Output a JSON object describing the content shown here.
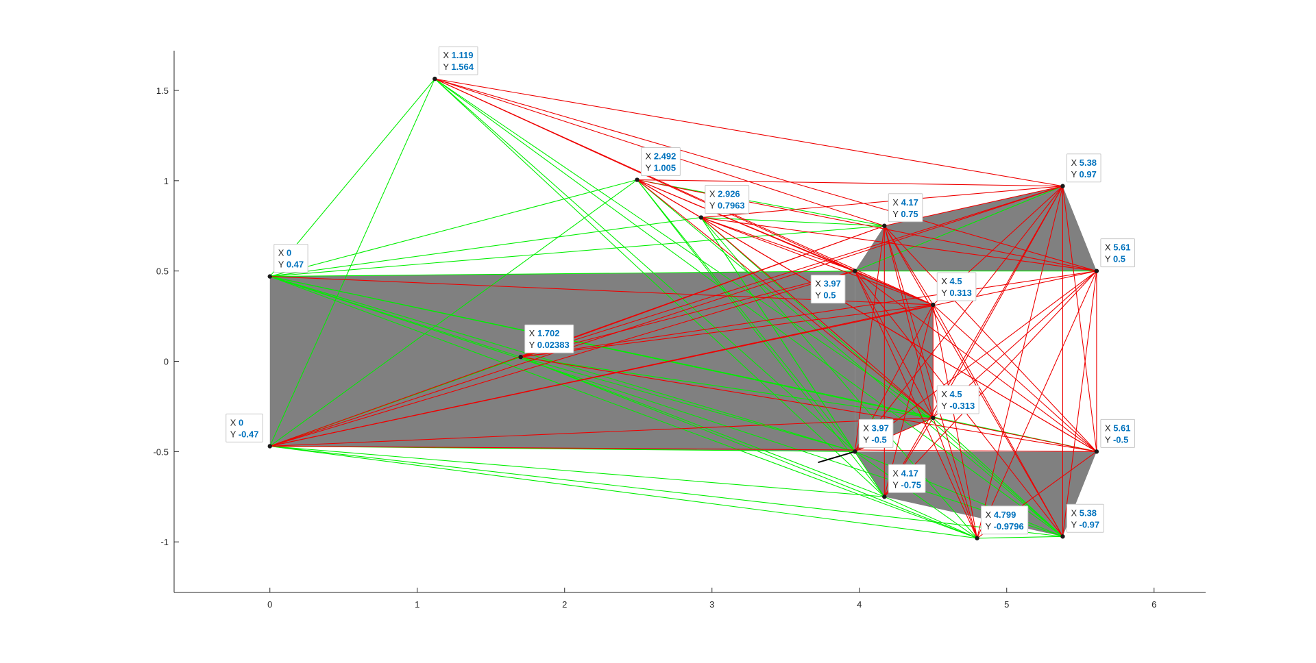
{
  "colors": {
    "background": "#ffffff",
    "axis": "#262626",
    "shape_fill": "#808080",
    "visible_edge": "#00ee00",
    "blocked_edge": "#ee0000",
    "datatip_value": "#0072bd"
  },
  "chart_data": {
    "type": "scatter",
    "title": "",
    "xlabel": "",
    "ylabel": "",
    "xlim": [
      -0.65,
      6.35
    ],
    "ylim": [
      -1.28,
      1.72
    ],
    "grid": false,
    "xticks": [
      0,
      1,
      2,
      3,
      4,
      5,
      6
    ],
    "yticks": [
      -1,
      -0.5,
      0,
      0.5,
      1,
      1.5
    ],
    "xtick_labels": [
      "0",
      "1",
      "2",
      "3",
      "4",
      "5",
      "6"
    ],
    "ytick_labels": [
      "-1",
      "-0.5",
      "0",
      "0.5",
      "1",
      "1.5"
    ],
    "polygons": [
      {
        "name": "rectangle",
        "points": [
          [
            0,
            0.47
          ],
          [
            3.97,
            0.5
          ],
          [
            3.97,
            -0.5
          ],
          [
            0,
            -0.47
          ]
        ]
      },
      {
        "name": "upper-quad",
        "points": [
          [
            3.97,
            0.5
          ],
          [
            4.17,
            0.75
          ],
          [
            5.38,
            0.97
          ],
          [
            5.61,
            0.5
          ]
        ]
      },
      {
        "name": "lower-quad",
        "points": [
          [
            3.97,
            -0.5
          ],
          [
            5.61,
            -0.5
          ],
          [
            5.38,
            -0.97
          ],
          [
            4.17,
            -0.75
          ]
        ]
      },
      {
        "name": "middle-block",
        "points": [
          [
            3.97,
            0.5
          ],
          [
            4.5,
            0.313
          ],
          [
            4.5,
            -0.313
          ],
          [
            3.97,
            -0.5
          ]
        ]
      }
    ],
    "points": [
      {
        "x": 0,
        "y": 0.47,
        "x_label": "0",
        "y_label": "0.47"
      },
      {
        "x": 0,
        "y": -0.47,
        "x_label": "0",
        "y_label": "-0.47"
      },
      {
        "x": 1.119,
        "y": 1.564,
        "x_label": "1.119",
        "y_label": "1.564"
      },
      {
        "x": 1.702,
        "y": 0.02383,
        "x_label": "1.702",
        "y_label": "0.02383"
      },
      {
        "x": 2.492,
        "y": 1.005,
        "x_label": "2.492",
        "y_label": "1.005"
      },
      {
        "x": 2.926,
        "y": 0.7963,
        "x_label": "2.926",
        "y_label": "0.7963"
      },
      {
        "x": 3.97,
        "y": 0.5,
        "x_label": "3.97",
        "y_label": "0.5"
      },
      {
        "x": 3.97,
        "y": -0.5,
        "x_label": "3.97",
        "y_label": "-0.5"
      },
      {
        "x": 4.17,
        "y": 0.75,
        "x_label": "4.17",
        "y_label": "0.75"
      },
      {
        "x": 4.17,
        "y": -0.75,
        "x_label": "4.17",
        "y_label": "-0.75"
      },
      {
        "x": 4.5,
        "y": 0.313,
        "x_label": "4.5",
        "y_label": "0.313"
      },
      {
        "x": 4.5,
        "y": -0.313,
        "x_label": "4.5",
        "y_label": "-0.313"
      },
      {
        "x": 4.799,
        "y": -0.9796,
        "x_label": "4.799",
        "y_label": "-0.9796"
      },
      {
        "x": 5.38,
        "y": 0.97,
        "x_label": "5.38",
        "y_label": "0.97"
      },
      {
        "x": 5.38,
        "y": -0.97,
        "x_label": "5.38",
        "y_label": "-0.97"
      },
      {
        "x": 5.61,
        "y": 0.5,
        "x_label": "5.61",
        "y_label": "0.5"
      },
      {
        "x": 5.61,
        "y": -0.5,
        "x_label": "5.61",
        "y_label": "-0.5"
      }
    ],
    "green_edges": [
      [
        0,
        2
      ],
      [
        0,
        4
      ],
      [
        0,
        5
      ],
      [
        0,
        8
      ],
      [
        0,
        6
      ],
      [
        0,
        3
      ],
      [
        0,
        7
      ],
      [
        0,
        11
      ],
      [
        0,
        12
      ],
      [
        0,
        14
      ],
      [
        0,
        16
      ],
      [
        1,
        2
      ],
      [
        1,
        3
      ],
      [
        1,
        4
      ],
      [
        1,
        7
      ],
      [
        1,
        9
      ],
      [
        1,
        12
      ],
      [
        1,
        14
      ],
      [
        2,
        7
      ],
      [
        2,
        9
      ],
      [
        2,
        11
      ],
      [
        2,
        14
      ],
      [
        3,
        7
      ],
      [
        3,
        11
      ],
      [
        3,
        9
      ],
      [
        3,
        12
      ],
      [
        4,
        7
      ],
      [
        4,
        9
      ],
      [
        4,
        14
      ],
      [
        4,
        8
      ],
      [
        5,
        8
      ],
      [
        5,
        7
      ],
      [
        5,
        9
      ],
      [
        5,
        12
      ],
      [
        5,
        14
      ],
      [
        6,
        15
      ],
      [
        7,
        12
      ],
      [
        7,
        14
      ],
      [
        9,
        12
      ],
      [
        11,
        14
      ],
      [
        12,
        14
      ],
      [
        13,
        6
      ]
    ],
    "red_edges": [
      [
        2,
        13
      ],
      [
        2,
        8
      ],
      [
        2,
        6
      ],
      [
        2,
        10
      ],
      [
        2,
        15
      ],
      [
        4,
        13
      ],
      [
        4,
        6
      ],
      [
        4,
        10
      ],
      [
        4,
        15
      ],
      [
        4,
        11
      ],
      [
        4,
        16
      ],
      [
        4,
        5
      ],
      [
        5,
        13
      ],
      [
        5,
        6
      ],
      [
        5,
        10
      ],
      [
        5,
        11
      ],
      [
        5,
        15
      ],
      [
        5,
        16
      ],
      [
        0,
        10
      ],
      [
        1,
        6
      ],
      [
        1,
        8
      ],
      [
        1,
        10
      ],
      [
        1,
        15
      ],
      [
        1,
        16
      ],
      [
        1,
        13
      ],
      [
        1,
        11
      ],
      [
        3,
        6
      ],
      [
        3,
        10
      ],
      [
        3,
        16
      ],
      [
        3,
        15
      ],
      [
        3,
        13
      ],
      [
        3,
        8
      ],
      [
        6,
        10
      ],
      [
        6,
        11
      ],
      [
        6,
        12
      ],
      [
        6,
        14
      ],
      [
        6,
        16
      ],
      [
        7,
        10
      ],
      [
        7,
        13
      ],
      [
        7,
        15
      ],
      [
        7,
        8
      ],
      [
        7,
        11
      ],
      [
        8,
        11
      ],
      [
        8,
        12
      ],
      [
        8,
        14
      ],
      [
        8,
        16
      ],
      [
        8,
        9
      ],
      [
        8,
        13
      ],
      [
        8,
        10
      ],
      [
        9,
        10
      ],
      [
        9,
        13
      ],
      [
        9,
        15
      ],
      [
        9,
        11
      ],
      [
        10,
        11
      ],
      [
        10,
        12
      ],
      [
        10,
        14
      ],
      [
        10,
        16
      ],
      [
        10,
        13
      ],
      [
        11,
        13
      ],
      [
        11,
        15
      ],
      [
        11,
        12
      ],
      [
        11,
        16
      ],
      [
        12,
        13
      ],
      [
        12,
        15
      ],
      [
        12,
        16
      ],
      [
        13,
        14
      ],
      [
        13,
        16
      ],
      [
        14,
        15
      ],
      [
        15,
        16
      ]
    ],
    "annotation_segments": [
      {
        "from": [
          3.97,
          -0.5
        ],
        "to": [
          3.72,
          -0.56
        ]
      }
    ]
  }
}
